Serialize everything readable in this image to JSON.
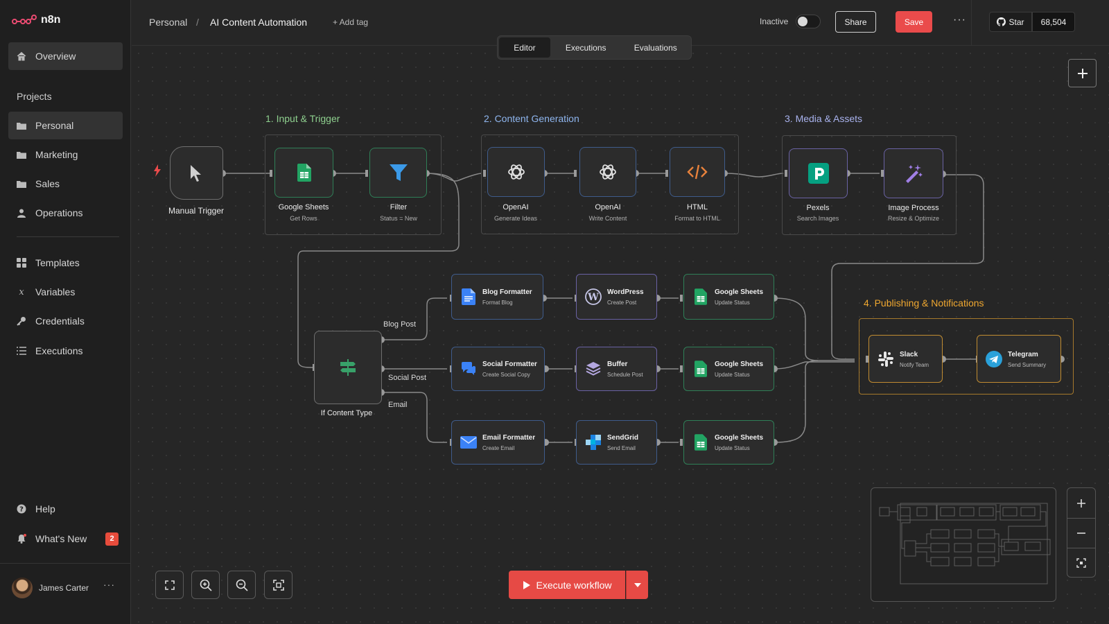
{
  "app": {
    "brand": "n8n"
  },
  "sidebar": {
    "overview": "Overview",
    "projects_label": "Projects",
    "projects": [
      {
        "label": "Personal"
      },
      {
        "label": "Marketing"
      },
      {
        "label": "Sales"
      },
      {
        "label": "Operations"
      }
    ],
    "links": [
      {
        "label": "Templates",
        "icon": "templates-icon"
      },
      {
        "label": "Variables",
        "icon": "variables-icon"
      },
      {
        "label": "Credentials",
        "icon": "key-icon"
      },
      {
        "label": "Executions",
        "icon": "list-icon"
      }
    ],
    "help": "Help",
    "whats_new": "What's New",
    "whats_new_badge": "2",
    "user": {
      "name": "James Carter",
      "more": "···"
    }
  },
  "header": {
    "breadcrumb_project": "Personal",
    "breadcrumb_sep": "/",
    "workflow_name": "AI Content Automation",
    "add_tag": "+ Add tag",
    "status_label": "Inactive",
    "active": false,
    "share": "Share",
    "save": "Save",
    "more": "···",
    "github_star": "Star",
    "github_count": "68,504"
  },
  "tabs": [
    {
      "label": "Editor",
      "active": true
    },
    {
      "label": "Executions",
      "active": false
    },
    {
      "label": "Evaluations",
      "active": false
    }
  ],
  "groups": [
    {
      "label": "1. Input & Trigger",
      "color": "#8fd18f"
    },
    {
      "label": "2. Content Generation",
      "color": "#8fb6ef"
    },
    {
      "label": "3. Media & Assets",
      "color": "#a9b3ee"
    },
    {
      "label": "4. Publishing & Notifications",
      "color": "#f0a830"
    }
  ],
  "nodes": {
    "manual_trigger": {
      "title": "Manual Trigger"
    },
    "sheets_get": {
      "title": "Google Sheets",
      "sub": "Get Rows"
    },
    "filter": {
      "title": "Filter",
      "sub": "Status = New"
    },
    "openai_ideas": {
      "title": "OpenAI",
      "sub": "Generate Ideas"
    },
    "openai_write": {
      "title": "OpenAI",
      "sub": "Write Content"
    },
    "html": {
      "title": "HTML",
      "sub": "Format to HTML"
    },
    "pexels": {
      "title": "Pexels",
      "sub": "Search Images"
    },
    "image_process": {
      "title": "Image Process",
      "sub": "Resize & Optimize"
    },
    "if_content": {
      "title": "If Content Type"
    },
    "blog_formatter": {
      "title": "Blog Formatter",
      "sub": "Format Blog"
    },
    "wordpress": {
      "title": "WordPress",
      "sub": "Create Post"
    },
    "sheets_blog": {
      "title": "Google Sheets",
      "sub": "Update Status"
    },
    "social_formatter": {
      "title": "Social Formatter",
      "sub": "Create Social Copy"
    },
    "buffer": {
      "title": "Buffer",
      "sub": "Schedule Post"
    },
    "sheets_social": {
      "title": "Google Sheets",
      "sub": "Update Status"
    },
    "email_formatter": {
      "title": "Email Formatter",
      "sub": "Create Email"
    },
    "sendgrid": {
      "title": "SendGrid",
      "sub": "Send Email"
    },
    "sheets_email": {
      "title": "Google Sheets",
      "sub": "Update Status"
    },
    "slack": {
      "title": "Slack",
      "sub": "Notify Team"
    },
    "telegram": {
      "title": "Telegram",
      "sub": "Send Summary"
    }
  },
  "branches": {
    "blog": "Blog Post",
    "social": "Social Post",
    "email": "Email"
  },
  "footer": {
    "execute": "Execute workflow"
  },
  "colors": {
    "accent": "#ea4b4b",
    "green_node": "#2f7f57",
    "blue_node": "#3f5c8c",
    "purple_node": "#6a62a4",
    "gold_node": "#c18c31"
  }
}
